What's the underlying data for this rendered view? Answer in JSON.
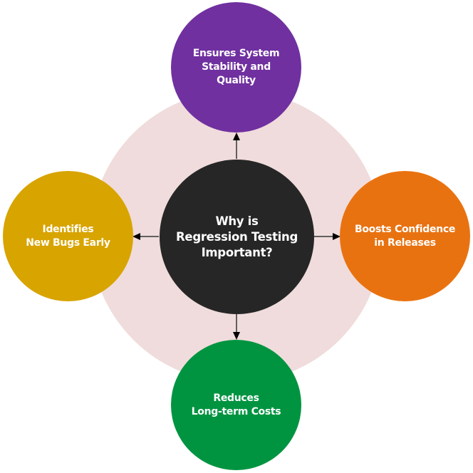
{
  "diagram": {
    "type": "radial hub-and-spoke",
    "background_circle_color": "#F0DCDC",
    "connector_color": "#606060",
    "arrowhead_color": "#000000",
    "center": {
      "label": "Why is\nRegression Testing\nImportant?",
      "color": "#262626"
    },
    "nodes": [
      {
        "id": "top",
        "label": "Ensures System\nStability and\nQuality",
        "color": "#7030A0"
      },
      {
        "id": "right",
        "label": "Boosts Confidence\nin Releases",
        "color": "#E97210"
      },
      {
        "id": "bottom",
        "label": "Reduces\nLong-term Costs",
        "color": "#009440"
      },
      {
        "id": "left",
        "label": "Identifies\nNew Bugs Early",
        "color": "#D8A400"
      }
    ]
  }
}
